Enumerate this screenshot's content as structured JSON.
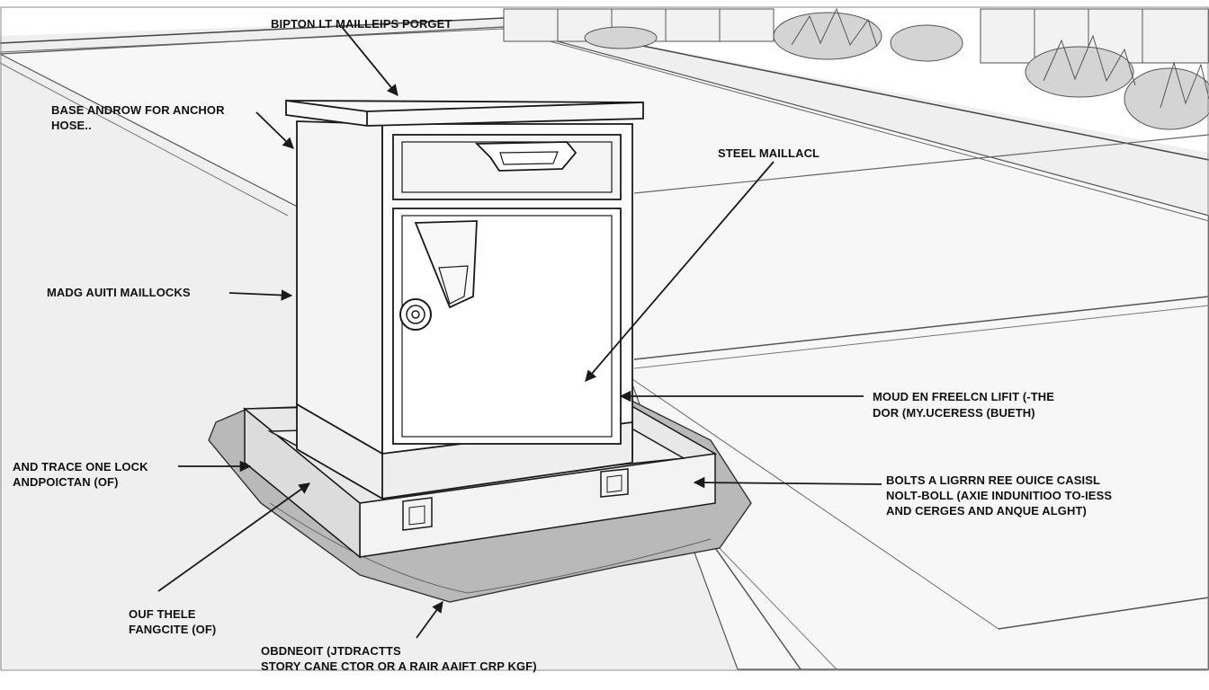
{
  "diagram": {
    "colors": {
      "line": "#1a1a1a",
      "ground": "#eeeeee",
      "road": "#f6f6f6",
      "box": "#fbfbfb",
      "tarp": "#b8b8b8",
      "foliage": "#cfcfcf"
    },
    "labels": {
      "top": "BIPTON LT MAILLEIPS PORGET",
      "base_line1": "BASE ANDROW FOR ANCHOR",
      "base_line2": "HOSE..",
      "steel": "STEEL MAILLACL",
      "made": "MADG AUITI MAILLOCKS",
      "mould_line1": "MOUD EN FREELCN LIFIT (‑THE",
      "mould_line2": "DOR (MY.UCERESS (BUETH)",
      "trace_line1": "AND TRACE ONE LOCK",
      "trace_line2": "ANDPOICTAN (OF)",
      "bolts_line1": "BOLTS A LIGRRN REE OUICE CASISL",
      "bolts_line2": "NOLT‑BOLL (AXIE INDUNITIOO TO‑IESS",
      "bolts_line3": "AND CERGES AND ANQUE ALGHT)",
      "ouf_line1": "OUF THELE",
      "ouf_line2": "FANGCITE (OF)",
      "bottom_line1": "OBDNEOIT (JTDRACTTS",
      "bottom_line2": "STORY CANE CTOR OR A RAIR AAIFT CRP KGF)"
    }
  }
}
